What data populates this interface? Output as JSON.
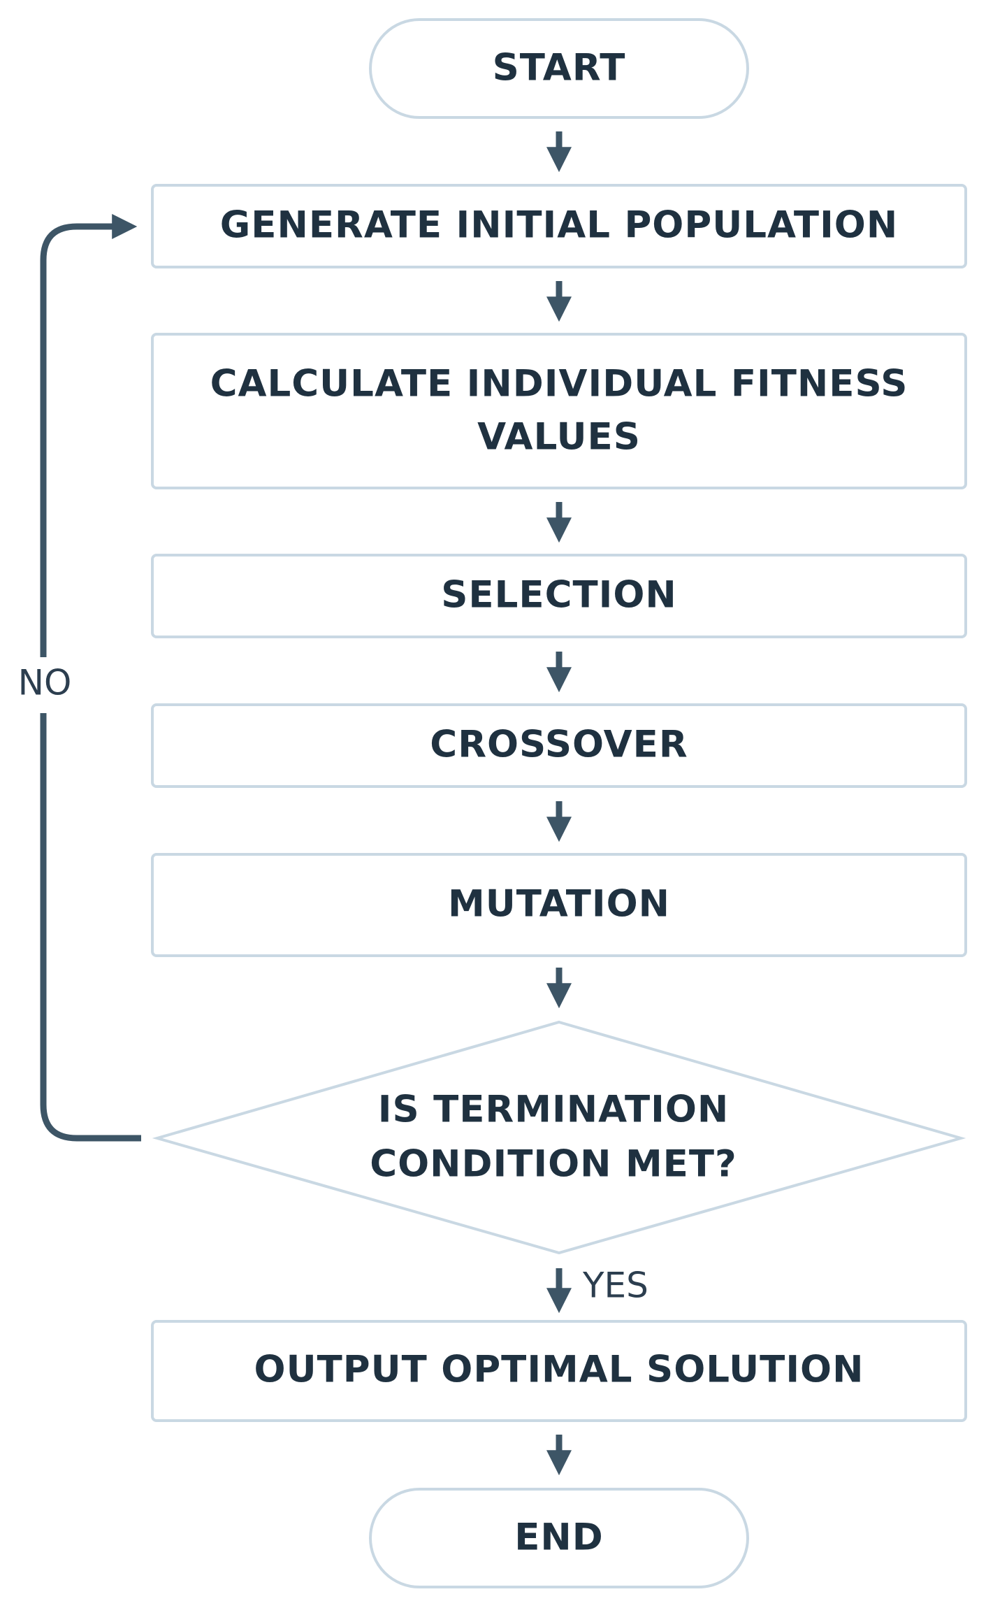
{
  "diagram": {
    "colors": {
      "node_border": "#c9d8e3",
      "node_fill": "#ffffff",
      "arrow": "#3d5566",
      "text": "#1f3140",
      "label": "#2c3e4f"
    },
    "nodes": {
      "start": {
        "label": "START",
        "shape": "terminator"
      },
      "generate": {
        "label": "GENERATE INITIAL POPULATION",
        "shape": "process"
      },
      "fitness": {
        "lines": [
          "CALCULATE INDIVIDUAL FITNESS",
          "VALUES"
        ],
        "shape": "process"
      },
      "selection": {
        "label": "SELECTION",
        "shape": "process"
      },
      "crossover": {
        "label": "CROSSOVER",
        "shape": "process"
      },
      "mutation": {
        "label": "MUTATION",
        "shape": "process"
      },
      "decision": {
        "lines": [
          "IS TERMINATION",
          "CONDITION MET?"
        ],
        "shape": "decision"
      },
      "output": {
        "label": "OUTPUT OPTIMAL SOLUTION",
        "shape": "process"
      },
      "end": {
        "label": "END",
        "shape": "terminator"
      }
    },
    "edges": {
      "no_label": "NO",
      "yes_label": "YES"
    }
  }
}
